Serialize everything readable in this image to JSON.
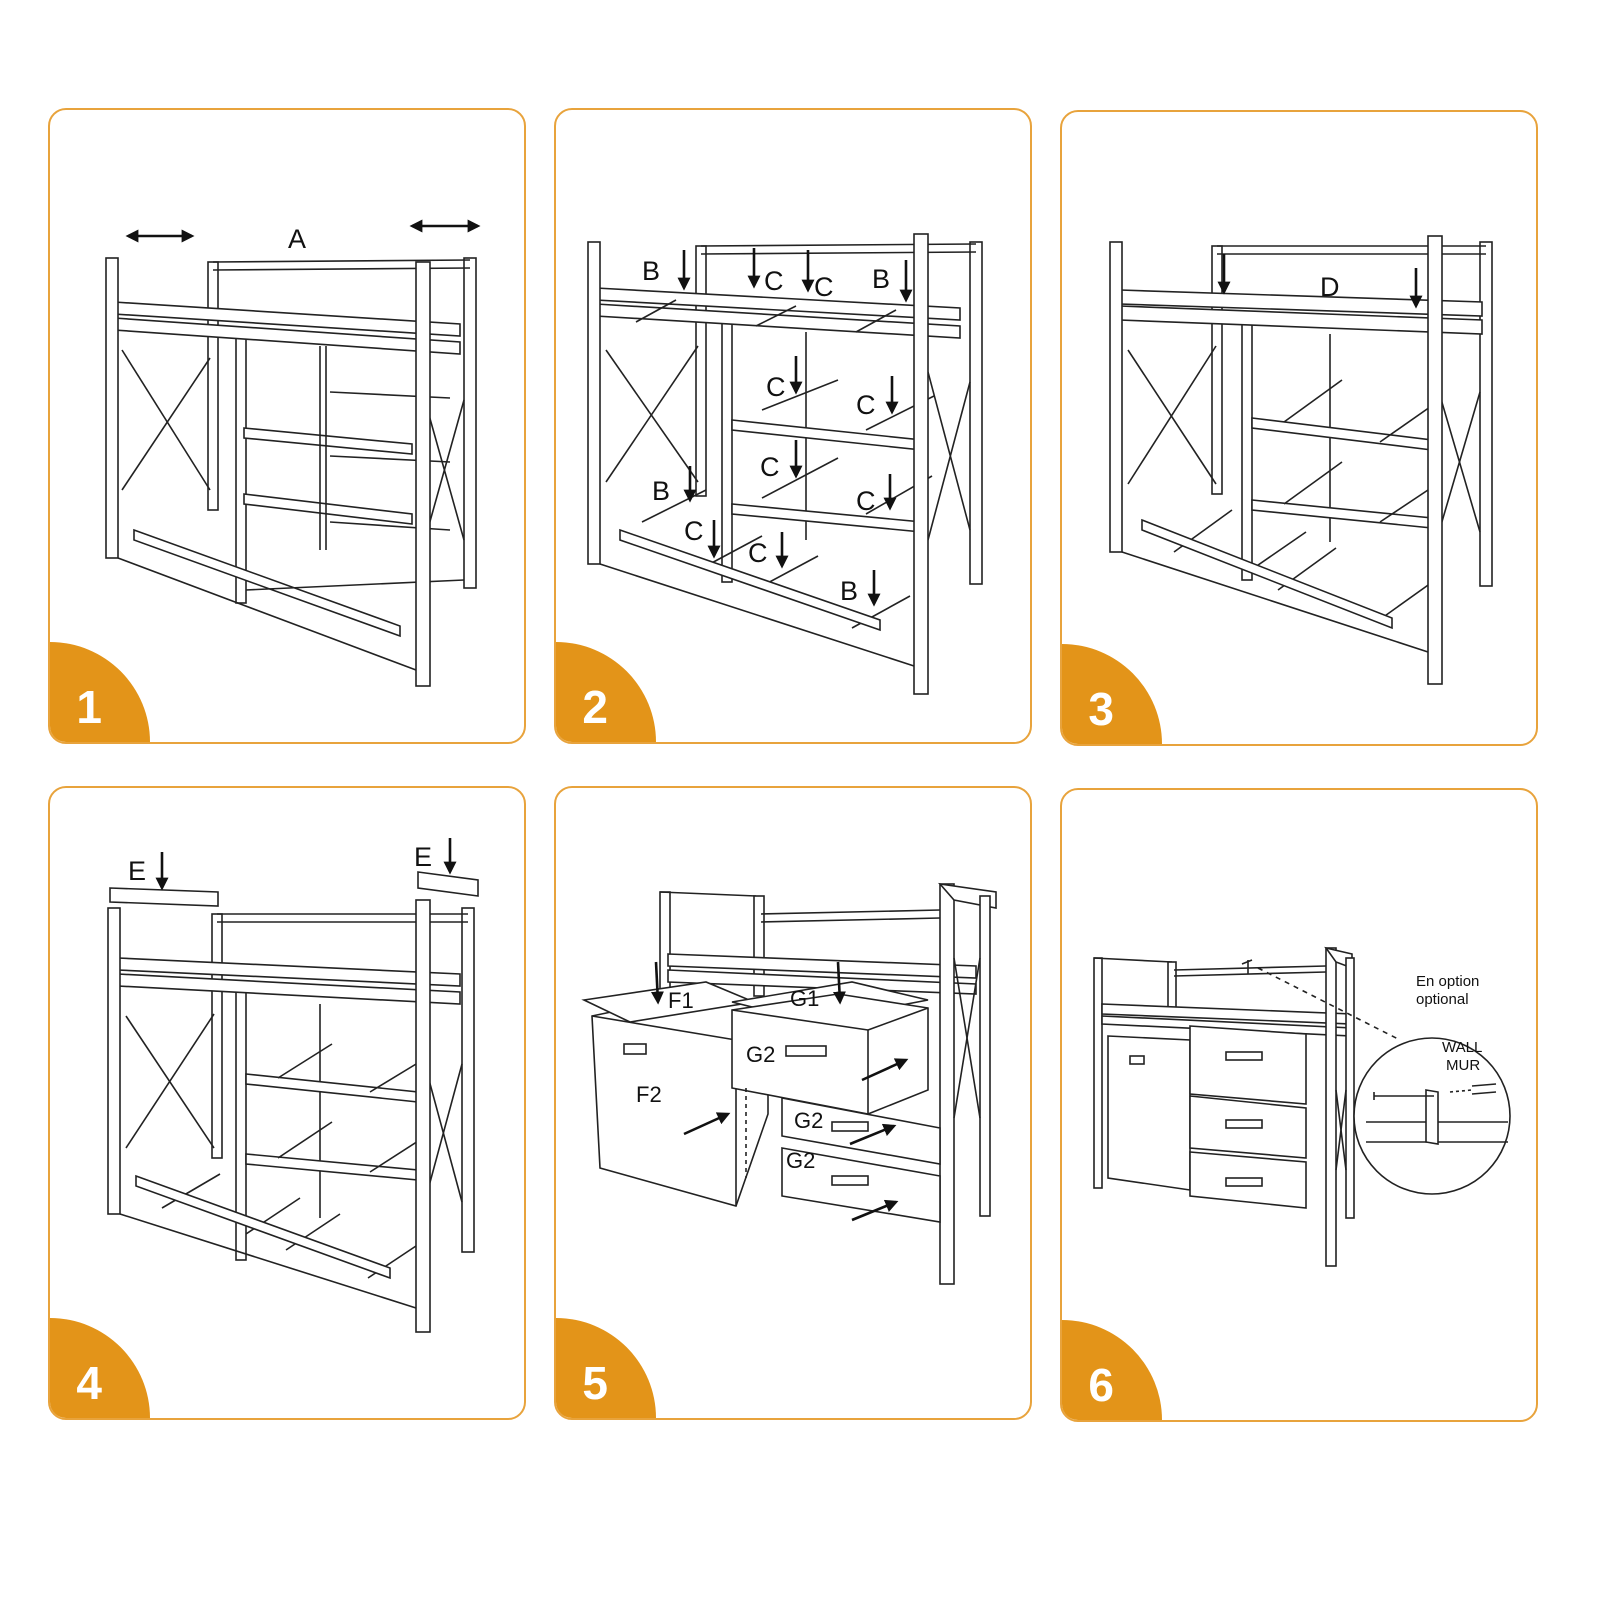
{
  "panels": [
    {
      "step": "1",
      "labels": [
        "A"
      ]
    },
    {
      "step": "2",
      "labels": [
        "B",
        "C",
        "C",
        "B",
        "C",
        "C",
        "C",
        "C",
        "B",
        "C",
        "C",
        "B"
      ]
    },
    {
      "step": "3",
      "labels": [
        "D"
      ]
    },
    {
      "step": "4",
      "labels": [
        "E",
        "E"
      ]
    },
    {
      "step": "5",
      "labels": [
        "F1",
        "G1",
        "G2",
        "F2",
        "G2",
        "G2"
      ]
    },
    {
      "step": "6",
      "labels": [
        "En option",
        "optional",
        "WALL",
        "MUR"
      ]
    }
  ],
  "colors": {
    "accent": "#e39419",
    "border": "#e8a33c",
    "line": "#222222"
  }
}
